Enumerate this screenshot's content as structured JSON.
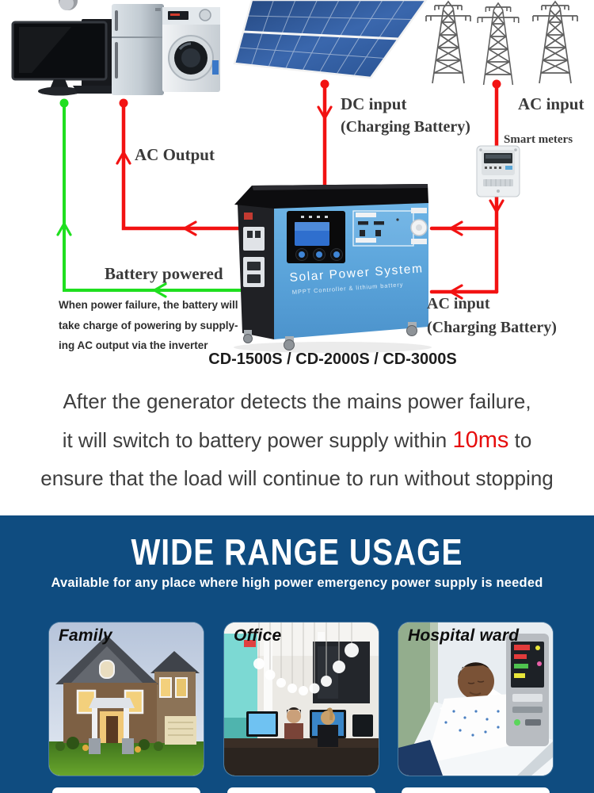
{
  "diagram": {
    "labels": {
      "ac_output": "AC Output",
      "dc_input": "DC input",
      "dc_input_sub": "(Charging Battery)",
      "ac_input_top": "AC input",
      "smart_meters": "Smart meters",
      "battery_powered": "Battery powered",
      "battery_note_line1": "When power failure, the battery will",
      "battery_note_line2": "take charge of powering by supply-",
      "battery_note_line3": "ing AC output via the inverter",
      "ac_input_right": "AC input",
      "ac_input_right_sub": "(Charging Battery)"
    },
    "product": {
      "name": "Solar Power System",
      "subtitle": "MPPT Controller & lithium battery",
      "models": "CD-1500S / CD-2000S / CD-3000S"
    },
    "colors": {
      "flow_red": "#f21212",
      "flow_green": "#1fdf1f",
      "product_blue": "#5ba4da"
    }
  },
  "statement": {
    "line1": "After the generator detects the mains power failure,",
    "line2_before": "it will switch to battery power supply within ",
    "line2_highlight": "10ms",
    "line2_after": " to",
    "line3": "ensure that the load will continue to run without stopping",
    "highlight_color": "#e60d0d"
  },
  "usage": {
    "title": "WIDE RANGE USAGE",
    "subtitle": "Available for any place where high power emergency power supply is needed",
    "background_color": "#0f4c80",
    "cards": [
      {
        "label": "Family"
      },
      {
        "label": "Office"
      },
      {
        "label": "Hospital ward"
      }
    ]
  }
}
